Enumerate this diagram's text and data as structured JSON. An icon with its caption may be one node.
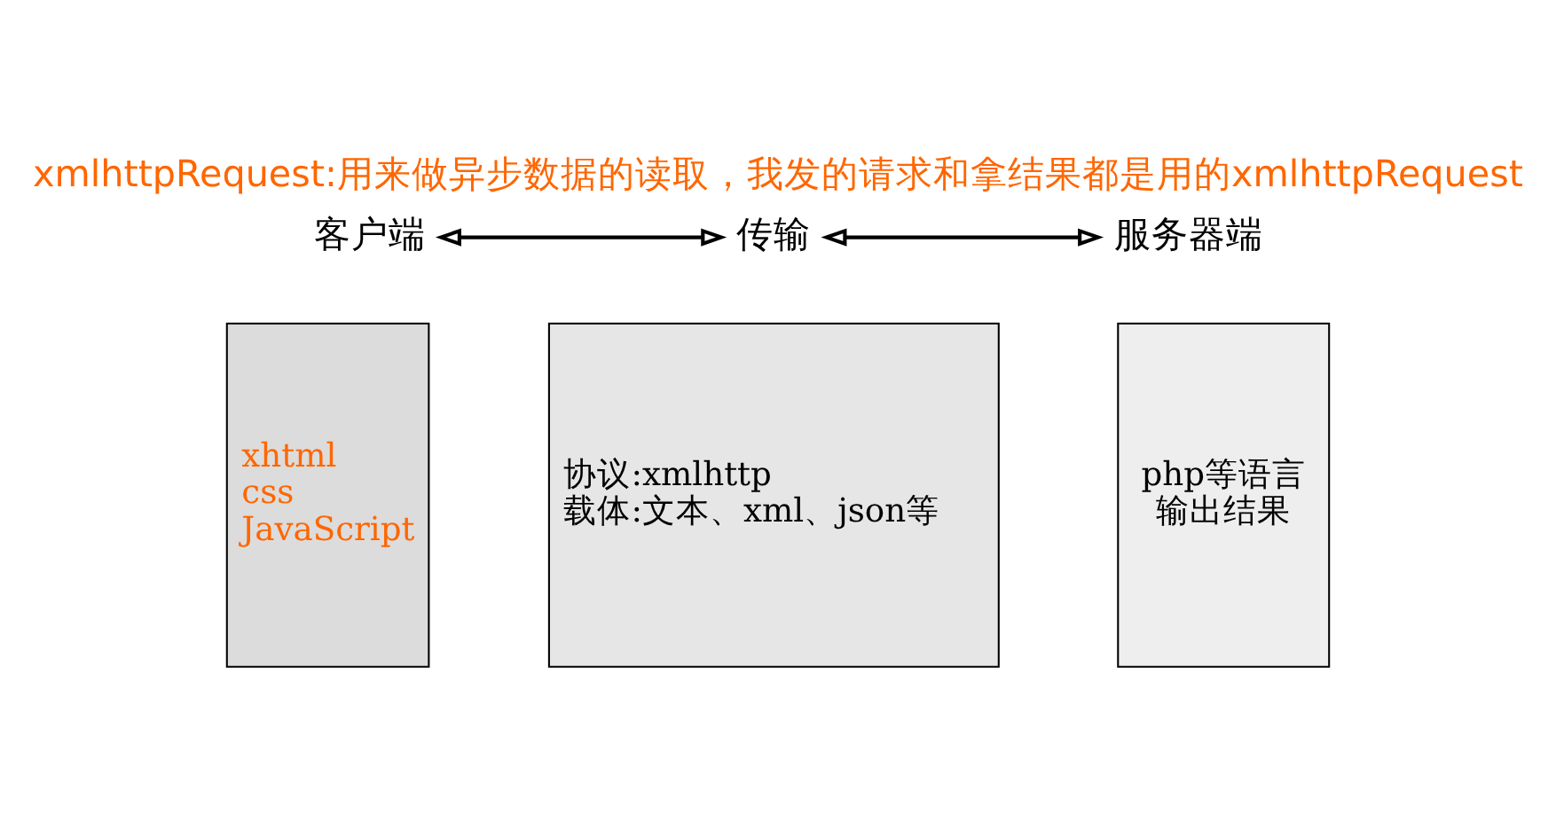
{
  "diagram": {
    "title": "xmlhttpRequest:用来做异步数据的读取，我发的请求和拿结果都是用的xmlhttpRequest",
    "nodes": [
      {
        "text": [
          "客户端"
        ]
      },
      {
        "text": [
          "传输"
        ]
      },
      {
        "text": [
          "服务器端"
        ]
      },
      {
        "text": [
          "xhtml",
          "css",
          "JavaScript"
        ]
      },
      {
        "text": [
          "协议:xmlhttp",
          "载体:文本、xml、json等"
        ]
      },
      {
        "text": [
          "php等语言",
          "输出结果"
        ]
      }
    ],
    "edges": [
      {
        "from": 0,
        "to": 1,
        "arrow": "both"
      },
      {
        "from": 1,
        "to": 2,
        "arrow": "both"
      }
    ]
  }
}
